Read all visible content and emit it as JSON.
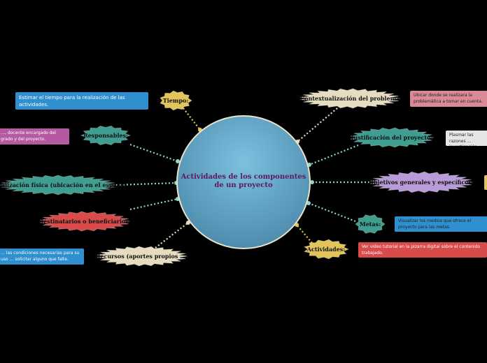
{
  "center": {
    "title": "Actividades de los componentes de un proyecto"
  },
  "nodes": {
    "tiempo": {
      "label": "Tiempo:",
      "color": "#e2c45a",
      "note": "Estimar el tiempo para la realización de las actividades.",
      "note_color": "#2f8fcf"
    },
    "responsables": {
      "label": "Responsables:",
      "color": "#3f9e8f",
      "note": "…, docente encargado del grado y del proyecto.",
      "note_color": "#b55aa1"
    },
    "localizacion": {
      "label": "Localización física (ubicación en el espacio",
      "color": "#3f9e8f"
    },
    "destinatarios": {
      "label": "Destinatarios o beneficiarios:",
      "color": "#d94a4a"
    },
    "recursos": {
      "label": "Recursos (aportes propios ...)",
      "color": "#e6dcbf",
      "note": "… las condiciones necesarias para su uso … solicitar alguno que falte.",
      "note_color": "#2f8fcf"
    },
    "contextualizacion": {
      "label": "Contextualización del problema",
      "color": "#e6dcbf",
      "note": "Ubicar donde se realizara la problemática a tomar en cuenta.",
      "note_color": "#d98a96"
    },
    "justificacion": {
      "label": "Justificación del proyecto:",
      "color": "#3f9e8f",
      "note": "Plasmar las razones … investigación.",
      "note_color": "#e6e6e6"
    },
    "objetivos": {
      "label": "Objetivos generales y específicos:",
      "color": "#b89cd8"
    },
    "metas": {
      "label": "Metas:",
      "color": "#3f9e8f",
      "note": "Visualizar los medios que ofrece el proyecto para las metas.",
      "note_color": "#2f8fcf"
    },
    "actividades": {
      "label": "Actividades:",
      "color": "#e2c45a",
      "note": "Ver video tutorial en la pizarra digital sobre el contenido trabajado.",
      "note_color": "#d94a4a"
    }
  },
  "colors": {
    "background": "#000000",
    "center_fill": "#5fa3c5",
    "connector": "#8fd6c8",
    "accent": "#e2c45a"
  }
}
